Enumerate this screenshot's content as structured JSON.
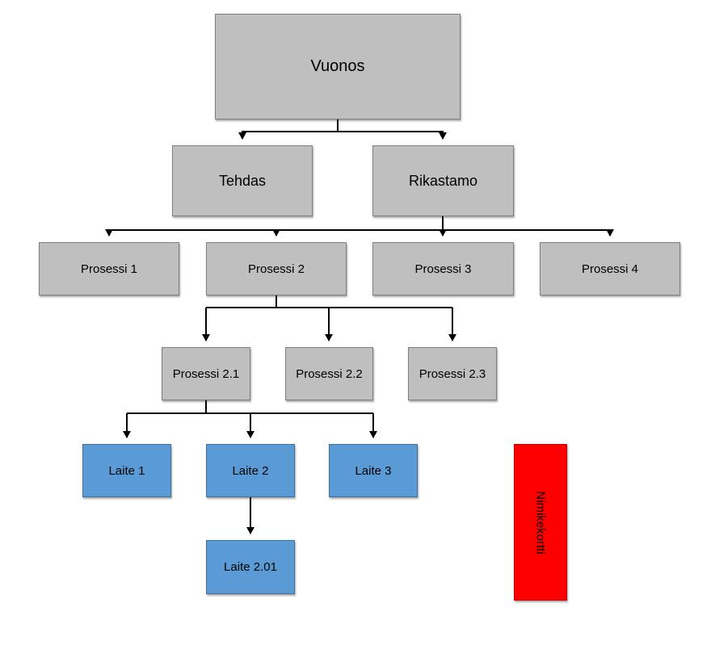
{
  "diagram": {
    "root": "Vuonos",
    "level1": [
      "Tehdas",
      "Rikastamo"
    ],
    "processes": [
      "Prosessi 1",
      "Prosessi 2",
      "Prosessi 3",
      "Prosessi 4"
    ],
    "subprocesses": [
      "Prosessi 2.1",
      "Prosessi 2.2",
      "Prosessi 2.3"
    ],
    "devices": [
      "Laite 1",
      "Laite 2",
      "Laite 3"
    ],
    "subdevice": "Laite 2.01",
    "namecard": "Nimikekortti",
    "colors": {
      "node_gray": "#bfbfbf",
      "node_blue": "#5b9bd5",
      "namecard_red": "#ff0000",
      "connector": "#000000"
    }
  }
}
